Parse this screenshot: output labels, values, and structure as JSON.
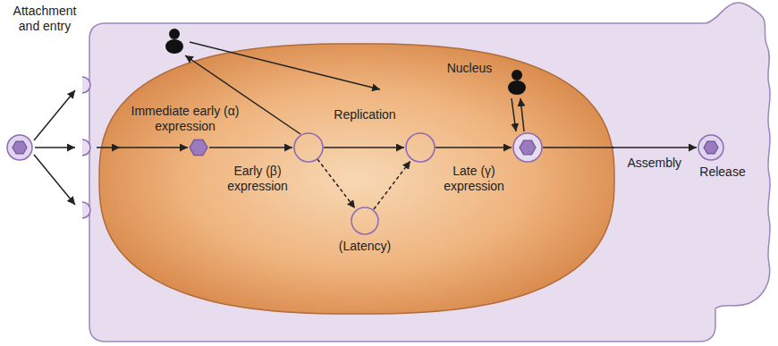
{
  "diagram": {
    "nodes": [
      {
        "text": [
          "Attachment and entry"
        ]
      },
      {
        "text": [
          "Nucleus"
        ]
      },
      {
        "text": [
          "(Latency)"
        ],
        "in": 1
      },
      {
        "text": [
          "Release"
        ]
      }
    ],
    "edges": [
      {
        "from": 1,
        "to": 3,
        "label": "Assembly",
        "arrow": "to"
      }
    ],
    "labels": [
      "Immediate early (α) expression",
      "Replication",
      "Early (β) expression",
      "Late (γ) expression"
    ]
  }
}
